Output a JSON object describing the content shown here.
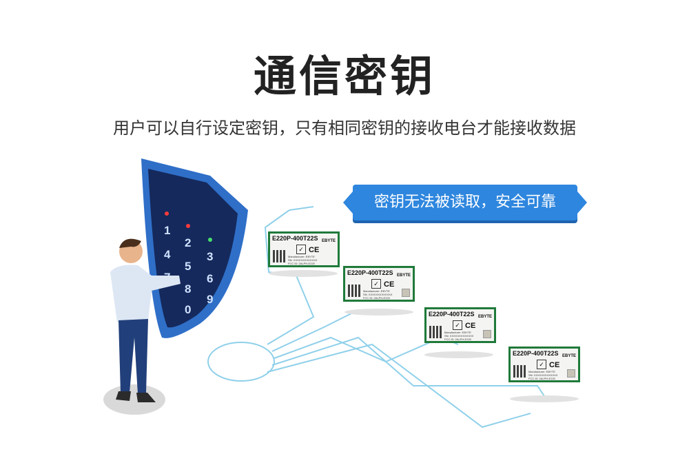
{
  "header": {
    "title": "通信密钥",
    "subtitle": "用户可以自行设定密钥，只有相同密钥的接收电台才能接收数据"
  },
  "badge": {
    "label": "密钥无法被读取，安全可靠"
  },
  "modules": [
    {
      "model": "E220P-400T22S",
      "brand": "EBYTE",
      "ce": "CE",
      "manufacturer": "Manufacturer: EBYTE",
      "sn": "SN: XXXXXXXXXXXXX",
      "fcc": "FCC ID: 2ALPH-E220"
    },
    {
      "model": "E220P-400T22S",
      "brand": "EBYTE",
      "ce": "CE",
      "manufacturer": "Manufacturer: EBYTE",
      "sn": "SN: XXXXXXXXXXXXX",
      "fcc": "FCC ID: 2ALPH-E220"
    },
    {
      "model": "E220P-400T22S",
      "brand": "EBYTE",
      "ce": "CE",
      "manufacturer": "Manufacturer: EBYTE",
      "sn": "SN: XXXXXXXXXXXXX",
      "fcc": "FCC ID: 2ALPH-E220"
    },
    {
      "model": "E220P-400T22S",
      "brand": "EBYTE",
      "ce": "CE",
      "manufacturer": "Manufacturer: EBYTE",
      "sn": "SN: XXXXXXXXXXXXX",
      "fcc": "FCC ID: 2ALPH-E220"
    }
  ],
  "keypad": {
    "digits": [
      "1",
      "2",
      "3",
      "4",
      "5",
      "6",
      "7",
      "8",
      "9",
      "0"
    ]
  },
  "colors": {
    "accent": "#2e86de",
    "shield": "#1e3f8a",
    "module_border": "#1f7a3a",
    "circuit": "#7ec8e3"
  }
}
